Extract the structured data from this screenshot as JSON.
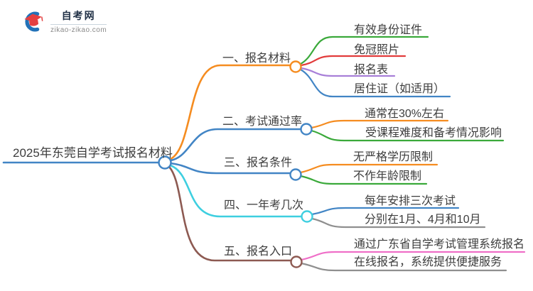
{
  "logo": {
    "name": "自考网",
    "domain": "zikao-zikao.com",
    "brand_blue": "#2272b8",
    "brand_red": "#e54040"
  },
  "text_color": "#3d3d3d",
  "mindmap": {
    "root": {
      "label": "2025年东莞自学考试报名材料",
      "color": "#4285c5"
    },
    "branches": [
      {
        "label": "一、报名材料",
        "color": "#f58c20",
        "children": [
          {
            "label": "有效身份证件",
            "color": "#3aa93a"
          },
          {
            "label": "免冠照片",
            "color": "#e23b3b"
          },
          {
            "label": "报名表",
            "color": "#a87fd8"
          },
          {
            "label": "居住证（如适用）",
            "color": "#4285c5"
          }
        ]
      },
      {
        "label": "二、考试通过率",
        "color": "#4285c5",
        "children": [
          {
            "label": "通常在30%左右",
            "color": "#f58c20"
          },
          {
            "label": "受课程难度和备考情况影响",
            "color": "#3aa93a"
          }
        ]
      },
      {
        "label": "三、报名条件",
        "color": "#4285c5",
        "children": [
          {
            "label": "无严格学历限制",
            "color": "#f58c20"
          },
          {
            "label": "不作年龄限制",
            "color": "#3aa93a"
          }
        ]
      },
      {
        "label": "四、一年考几次",
        "color": "#3ecfe0",
        "children": [
          {
            "label": "每年安排三次考试",
            "color": "#4285c5"
          },
          {
            "label": "分别在1月、4月和10月",
            "color": "#8f8f8f"
          }
        ]
      },
      {
        "label": "五、报名入口",
        "color": "#8d5a52",
        "children": [
          {
            "label": "通过广东省自学考试管理系统报名",
            "color": "#ef6fc8"
          },
          {
            "label": "在线报名，系统提供便捷服务",
            "color": "#8f8f8f"
          }
        ]
      }
    ]
  }
}
